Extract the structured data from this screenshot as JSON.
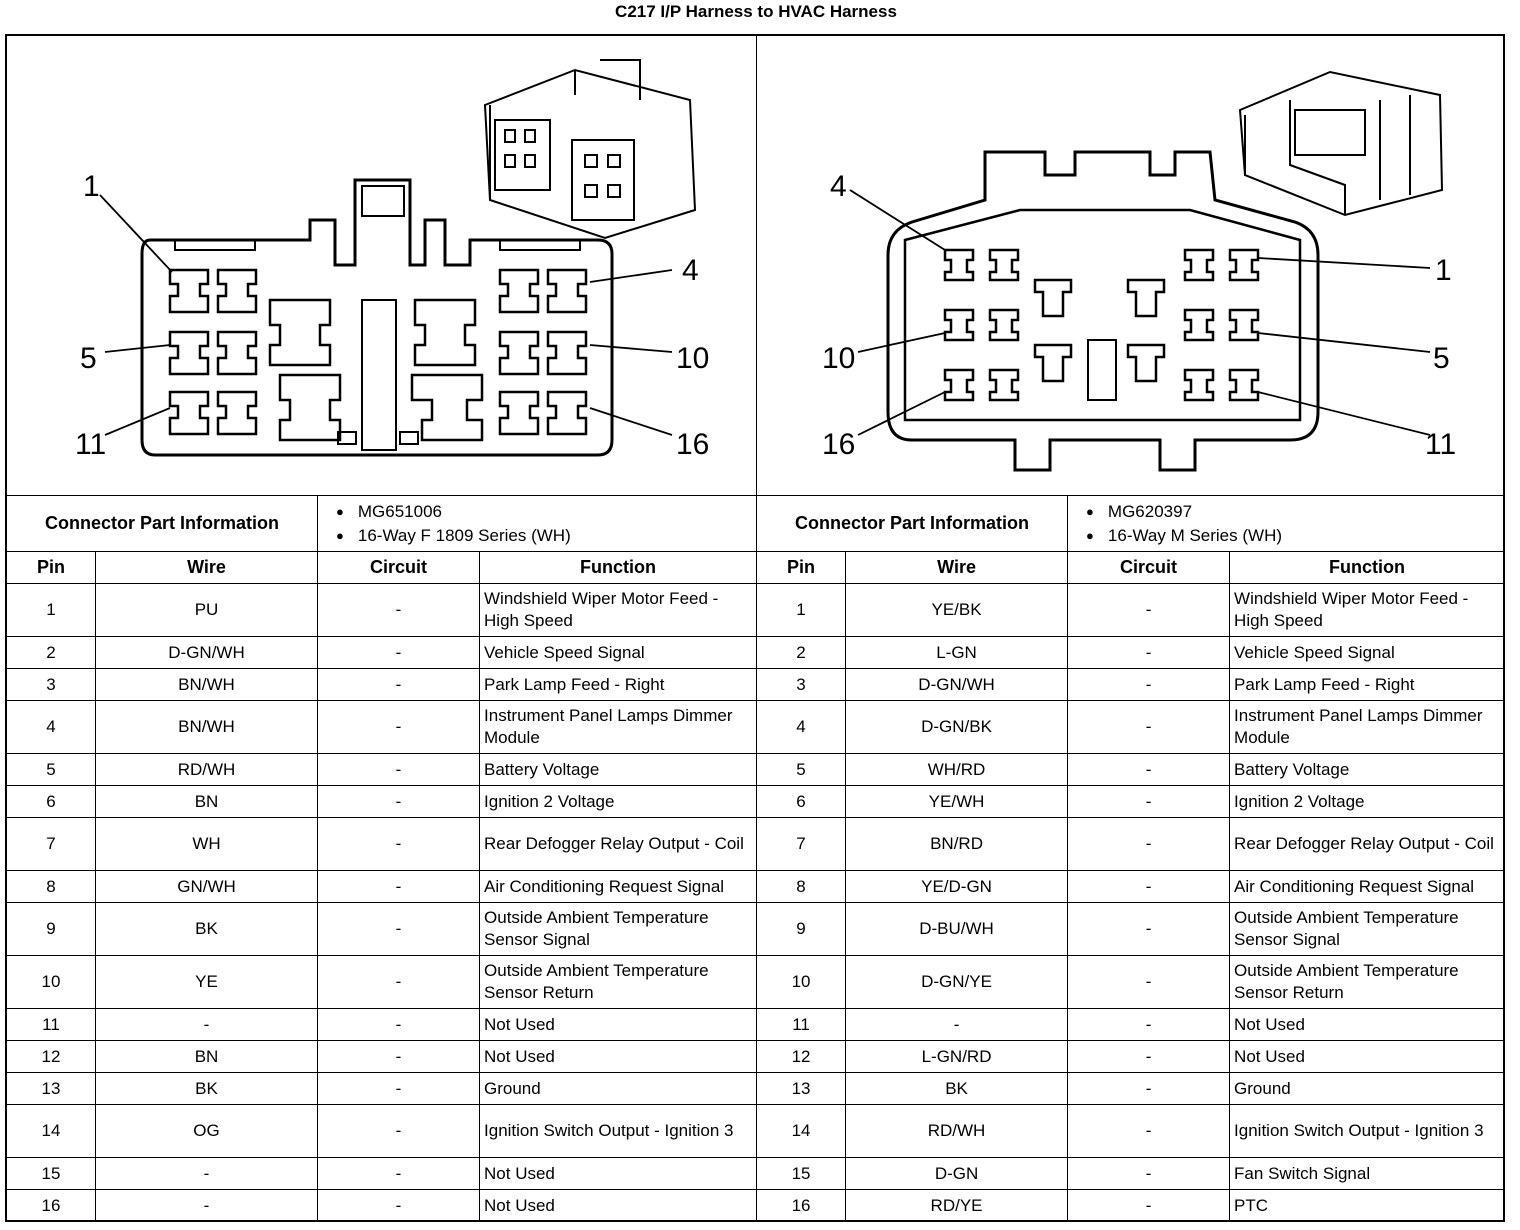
{
  "title": "C217 I/P Harness to HVAC Harness",
  "left_connector": {
    "pin_callouts": [
      "1",
      "4",
      "5",
      "10",
      "11",
      "16"
    ],
    "info_label": "Connector Part Information",
    "part_info": [
      "MG651006",
      "16-Way F 1809 Series (WH)"
    ]
  },
  "right_connector": {
    "pin_callouts": [
      "4",
      "1",
      "10",
      "5",
      "16",
      "11"
    ],
    "info_label": "Connector Part Information",
    "part_info": [
      "MG620397",
      "16-Way M Series (WH)"
    ]
  },
  "headers": [
    "Pin",
    "Wire",
    "Circuit",
    "Function"
  ],
  "rows": [
    {
      "l": {
        "pin": "1",
        "wire": "PU",
        "circuit": "-",
        "function": "Windshield Wiper Motor Feed - High Speed"
      },
      "r": {
        "pin": "1",
        "wire": "YE/BK",
        "circuit": "-",
        "function": "Windshield Wiper Motor Feed - High Speed"
      },
      "tall": true
    },
    {
      "l": {
        "pin": "2",
        "wire": "D-GN/WH",
        "circuit": "-",
        "function": "Vehicle Speed Signal"
      },
      "r": {
        "pin": "2",
        "wire": "L-GN",
        "circuit": "-",
        "function": "Vehicle Speed Signal"
      },
      "tall": false
    },
    {
      "l": {
        "pin": "3",
        "wire": "BN/WH",
        "circuit": "-",
        "function": "Park Lamp Feed - Right"
      },
      "r": {
        "pin": "3",
        "wire": "D-GN/WH",
        "circuit": "-",
        "function": "Park Lamp Feed - Right"
      },
      "tall": false
    },
    {
      "l": {
        "pin": "4",
        "wire": "BN/WH",
        "circuit": "-",
        "function": "Instrument Panel Lamps Dimmer Module"
      },
      "r": {
        "pin": "4",
        "wire": "D-GN/BK",
        "circuit": "-",
        "function": "Instrument Panel Lamps Dimmer Module"
      },
      "tall": true
    },
    {
      "l": {
        "pin": "5",
        "wire": "RD/WH",
        "circuit": "-",
        "function": "Battery Voltage"
      },
      "r": {
        "pin": "5",
        "wire": "WH/RD",
        "circuit": "-",
        "function": "Battery Voltage"
      },
      "tall": false
    },
    {
      "l": {
        "pin": "6",
        "wire": "BN",
        "circuit": "-",
        "function": "Ignition 2 Voltage"
      },
      "r": {
        "pin": "6",
        "wire": "YE/WH",
        "circuit": "-",
        "function": "Ignition 2 Voltage"
      },
      "tall": false
    },
    {
      "l": {
        "pin": "7",
        "wire": "WH",
        "circuit": "-",
        "function": "Rear Defogger Relay Output - Coil"
      },
      "r": {
        "pin": "7",
        "wire": "BN/RD",
        "circuit": "-",
        "function": "Rear Defogger Relay Output - Coil"
      },
      "tall": true
    },
    {
      "l": {
        "pin": "8",
        "wire": "GN/WH",
        "circuit": "-",
        "function": "Air Conditioning Request Signal"
      },
      "r": {
        "pin": "8",
        "wire": "YE/D-GN",
        "circuit": "-",
        "function": "Air Conditioning Request Signal"
      },
      "tall": false
    },
    {
      "l": {
        "pin": "9",
        "wire": "BK",
        "circuit": "-",
        "function": "Outside Ambient Temperature Sensor Signal"
      },
      "r": {
        "pin": "9",
        "wire": "D-BU/WH",
        "circuit": "-",
        "function": "Outside Ambient Temperature Sensor Signal"
      },
      "tall": true
    },
    {
      "l": {
        "pin": "10",
        "wire": "YE",
        "circuit": "-",
        "function": "Outside Ambient Temperature Sensor Return"
      },
      "r": {
        "pin": "10",
        "wire": "D-GN/YE",
        "circuit": "-",
        "function": "Outside Ambient Temperature Sensor Return"
      },
      "tall": true
    },
    {
      "l": {
        "pin": "11",
        "wire": "-",
        "circuit": "-",
        "function": "Not Used"
      },
      "r": {
        "pin": "11",
        "wire": "-",
        "circuit": "-",
        "function": "Not Used"
      },
      "tall": false
    },
    {
      "l": {
        "pin": "12",
        "wire": "BN",
        "circuit": "-",
        "function": "Not Used"
      },
      "r": {
        "pin": "12",
        "wire": "L-GN/RD",
        "circuit": "-",
        "function": "Not Used"
      },
      "tall": false
    },
    {
      "l": {
        "pin": "13",
        "wire": "BK",
        "circuit": "-",
        "function": "Ground"
      },
      "r": {
        "pin": "13",
        "wire": "BK",
        "circuit": "-",
        "function": "Ground"
      },
      "tall": false
    },
    {
      "l": {
        "pin": "14",
        "wire": "OG",
        "circuit": "-",
        "function": "Ignition Switch Output - Ignition 3"
      },
      "r": {
        "pin": "14",
        "wire": "RD/WH",
        "circuit": "-",
        "function": "Ignition Switch Output - Ignition 3"
      },
      "tall": true
    },
    {
      "l": {
        "pin": "15",
        "wire": "-",
        "circuit": "-",
        "function": "Not Used"
      },
      "r": {
        "pin": "15",
        "wire": "D-GN",
        "circuit": "-",
        "function": "Fan Switch Signal"
      },
      "tall": false
    },
    {
      "l": {
        "pin": "16",
        "wire": "-",
        "circuit": "-",
        "function": "Not Used"
      },
      "r": {
        "pin": "16",
        "wire": "RD/YE",
        "circuit": "-",
        "function": "PTC"
      },
      "tall": false
    }
  ]
}
